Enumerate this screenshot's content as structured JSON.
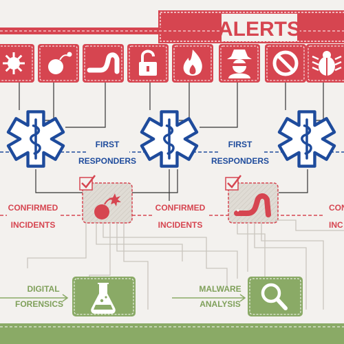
{
  "header": {
    "title": "ALERTS"
  },
  "alert_icons": [
    {
      "icon": "virus-icon"
    },
    {
      "icon": "bomb-icon"
    },
    {
      "icon": "worm-icon"
    },
    {
      "icon": "unlocked-padlock-icon"
    },
    {
      "icon": "fire-icon"
    },
    {
      "icon": "hacker-icon"
    },
    {
      "icon": "blocked-icon"
    },
    {
      "icon": "bug-icon"
    }
  ],
  "first_responders": {
    "line1": "FIRST",
    "line2": "RESPONDERS"
  },
  "confirmed_incidents": {
    "line1": "CONFIRMED",
    "line2": "INCIDENTS",
    "partial": "CON",
    "partial2": "INC"
  },
  "outcomes": {
    "digital_forensics": {
      "line1": "DIGITAL",
      "line2": "FORENSICS",
      "icon": "flask-icon"
    },
    "malware_analysis": {
      "line1": "MALWARE",
      "line2": "ANALYSIS",
      "icon": "magnifier-icon"
    }
  },
  "colors": {
    "red": "#d64550",
    "blue": "#1e4b9c",
    "green": "#8aaa66",
    "background": "#f3f1ee"
  }
}
